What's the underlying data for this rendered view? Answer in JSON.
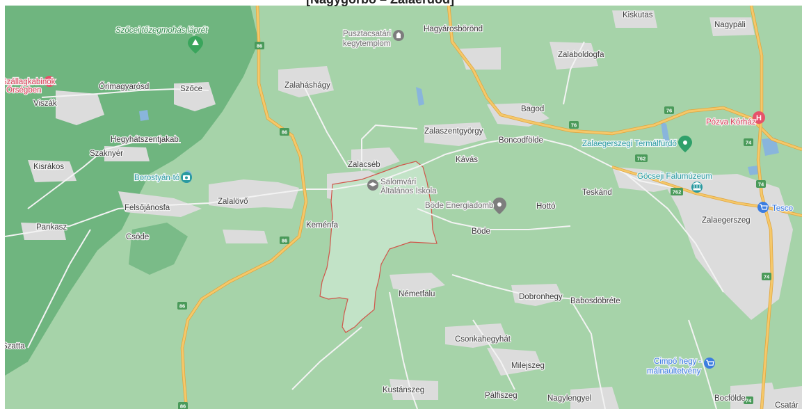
{
  "header": {
    "title": "[Nagygörbő – Zalaerdőd]"
  },
  "colors": {
    "forest_light": "#a6d3a9",
    "forest_dark": "#6fb57f",
    "built_area": "#dcdcdc",
    "road": "#f5c86a",
    "road_casing": "#e0a53d",
    "boundary": "#d0554a",
    "highlight_area": "#c2e3c7",
    "water": "#89b5dc"
  },
  "places": [
    {
      "id": "szocei",
      "text": "Szőcei tőzegmohás láprét",
      "cls": "poi-green"
    },
    {
      "id": "pusztacsatari1",
      "text": "Pusztacsatári",
      "cls": "poi-gray"
    },
    {
      "id": "pusztacsatari2",
      "text": "kegytemplom",
      "cls": "poi-gray"
    },
    {
      "id": "hagyarosborond",
      "text": "Hagyárosbörönd",
      "cls": "lbl"
    },
    {
      "id": "kiskutas",
      "text": "Kiskutas",
      "cls": "lbl"
    },
    {
      "id": "nagypali",
      "text": "Nagypáli",
      "cls": "lbl"
    },
    {
      "id": "zalaboldogfa",
      "text": "Zalaboldogfa",
      "cls": "lbl"
    },
    {
      "id": "szallas1",
      "text": "Szállagkabinok",
      "cls": "poi-red"
    },
    {
      "id": "szallas2",
      "text": "Őrségben",
      "cls": "poi-red"
    },
    {
      "id": "orimagyarosd",
      "text": "Őrimagyarósd",
      "cls": "lbl"
    },
    {
      "id": "szoce",
      "text": "Szőce",
      "cls": "lbl"
    },
    {
      "id": "zalahashagy",
      "text": "Zalaháshágy",
      "cls": "lbl"
    },
    {
      "id": "viszak",
      "text": "Viszák",
      "cls": "lbl"
    },
    {
      "id": "bagod",
      "text": "Bagod",
      "cls": "lbl"
    },
    {
      "id": "pozva",
      "text": "Pózva Kórház",
      "cls": "poi-red"
    },
    {
      "id": "hegyhatszentjakab",
      "text": "Hegyhátszentjakab",
      "cls": "lbl"
    },
    {
      "id": "zalaszentgyorgy",
      "text": "Zalaszentgyörgy",
      "cls": "lbl"
    },
    {
      "id": "boncodfolde",
      "text": "Boncodfölde",
      "cls": "lbl"
    },
    {
      "id": "termalfurdo",
      "text": "Zalaegerszegi Termálfürdő",
      "cls": "poi-teal"
    },
    {
      "id": "szaknyer",
      "text": "Szaknyér",
      "cls": "lbl"
    },
    {
      "id": "kisrakos",
      "text": "Kisrákos",
      "cls": "lbl"
    },
    {
      "id": "zalacseb",
      "text": "Zalacséb",
      "cls": "lbl"
    },
    {
      "id": "kavas",
      "text": "Kávás",
      "cls": "lbl"
    },
    {
      "id": "falumuzeum",
      "text": "Göcseji Falumúzeum",
      "cls": "poi-teal"
    },
    {
      "id": "borostyanto",
      "text": "Borostyán-tó",
      "cls": "poi-teal"
    },
    {
      "id": "salomvari1",
      "text": "Salomvári",
      "cls": "poi-gray"
    },
    {
      "id": "salomvari2",
      "text": "Általános Iskola",
      "cls": "poi-gray"
    },
    {
      "id": "teskand",
      "text": "Teskánd",
      "cls": "lbl"
    },
    {
      "id": "zalalovo",
      "text": "Zalalövő",
      "cls": "lbl"
    },
    {
      "id": "bode_energia",
      "text": "Böde Energiadomb",
      "cls": "poi-gray"
    },
    {
      "id": "hotto",
      "text": "Hottó",
      "cls": "lbl"
    },
    {
      "id": "felsojanosfa",
      "text": "Felsőjánosfa",
      "cls": "lbl"
    },
    {
      "id": "tesco",
      "text": "Tesco",
      "cls": "poi-blue"
    },
    {
      "id": "zalaegerszeg",
      "text": "Zalaegerszeg",
      "cls": "lbl"
    },
    {
      "id": "pankasz",
      "text": "Pankasz",
      "cls": "lbl"
    },
    {
      "id": "kemenfa",
      "text": "Keménfa",
      "cls": "lbl"
    },
    {
      "id": "bode",
      "text": "Böde",
      "cls": "lbl"
    },
    {
      "id": "csode",
      "text": "Csöde",
      "cls": "lbl"
    },
    {
      "id": "dobronhegy",
      "text": "Dobronhegy",
      "cls": "lbl"
    },
    {
      "id": "nemetfalu",
      "text": "Németfalu",
      "cls": "lbl"
    },
    {
      "id": "babosdobrete",
      "text": "Babosdöbréte",
      "cls": "lbl"
    },
    {
      "id": "csonkahegyhat",
      "text": "Csonkahegyhát",
      "cls": "lbl"
    },
    {
      "id": "szatta",
      "text": "Szatta",
      "cls": "lbl"
    },
    {
      "id": "cimpo1",
      "text": "Cimpó hegy -",
      "cls": "poi-blue"
    },
    {
      "id": "cimpo2",
      "text": "málnaültetvény",
      "cls": "poi-blue"
    },
    {
      "id": "milejszeg",
      "text": "Milejszeg",
      "cls": "lbl"
    },
    {
      "id": "kustanszeg",
      "text": "Kustánszeg",
      "cls": "lbl"
    },
    {
      "id": "palfiszeg",
      "text": "Pálfiszeg",
      "cls": "lbl"
    },
    {
      "id": "nagylengyel",
      "text": "Nagylengyel",
      "cls": "lbl"
    },
    {
      "id": "bocfolde",
      "text": "Bocfölde",
      "cls": "lbl"
    },
    {
      "id": "csatar",
      "text": "Csatár",
      "cls": "lbl"
    }
  ],
  "shields": [
    {
      "id": "s86a",
      "text": "86"
    },
    {
      "id": "s86b",
      "text": "86"
    },
    {
      "id": "s86c",
      "text": "86"
    },
    {
      "id": "s86d",
      "text": "86"
    },
    {
      "id": "s86e",
      "text": "86"
    },
    {
      "id": "s76a",
      "text": "76"
    },
    {
      "id": "s76b",
      "text": "76"
    },
    {
      "id": "s762a",
      "text": "762"
    },
    {
      "id": "s762b",
      "text": "762"
    },
    {
      "id": "s74a",
      "text": "74"
    },
    {
      "id": "s74b",
      "text": "74"
    },
    {
      "id": "s74c",
      "text": "74"
    },
    {
      "id": "s74d",
      "text": "74"
    }
  ]
}
